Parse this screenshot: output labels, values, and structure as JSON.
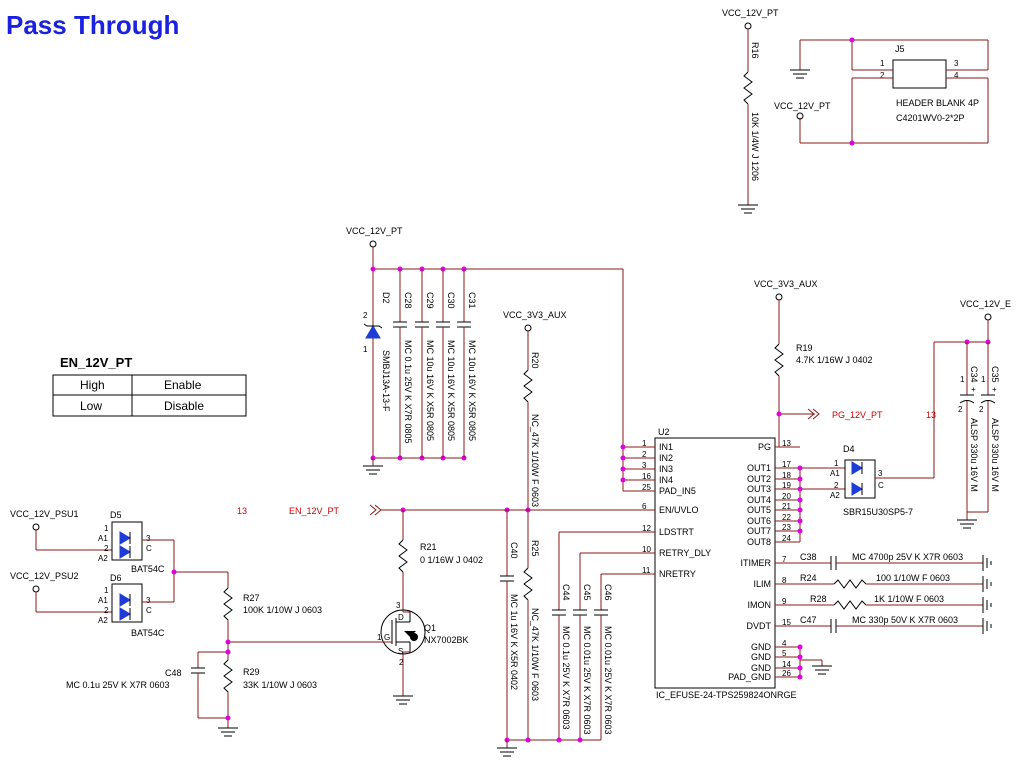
{
  "title": "Pass Through",
  "colors": {
    "wire": "#8b1a1a",
    "junction": "#e000e0",
    "title": "#1a22e0",
    "net_label": "#cc0000",
    "diode": "#1e3cd6"
  },
  "en_table": {
    "name": "EN_12V_PT",
    "rows": [
      {
        "level": "High",
        "action": "Enable"
      },
      {
        "level": "Low",
        "action": "Disable"
      }
    ]
  },
  "power": {
    "vcc_12v_pt": "VCC_12V_PT",
    "vcc_3v3_aux": "VCC_3V3_AUX",
    "vcc_12v_e": "VCC_12V_E",
    "vcc_12v_psu1": "VCC_12V_PSU1",
    "vcc_12v_psu2": "VCC_12V_PSU2"
  },
  "nets": {
    "en_12v_pt": "EN_12V_PT",
    "en_ref": "13",
    "pg_12v_pt": "PG_12V_PT",
    "pg_ref": "13"
  },
  "parts": {
    "r16": {
      "ref": "R16",
      "value": "10K 1/4W J 1206"
    },
    "j5": {
      "ref": "J5",
      "value": "HEADER BLANK 4P",
      "part": "C4201WV0-2*2P",
      "pins": [
        "1",
        "2",
        "3",
        "4"
      ]
    },
    "d2": {
      "ref": "D2",
      "value": "SMBJ13A-13-F",
      "pins": [
        "2",
        "1"
      ]
    },
    "c28": {
      "ref": "C28",
      "value": "MC 0.1u 25V K X7R 0805"
    },
    "c29": {
      "ref": "C29",
      "value": "MC 10u 16V K X5R 0805"
    },
    "c30": {
      "ref": "C30",
      "value": "MC 10u 16V K X5R 0805"
    },
    "c31": {
      "ref": "C31",
      "value": "MC 10u 16V K X5R 0805"
    },
    "r20": {
      "ref": "R20",
      "value": "NC_47K 1/10W F 0603"
    },
    "r25": {
      "ref": "R25",
      "value": "NC_47K 1/10W F 0603"
    },
    "c40": {
      "ref": "C40",
      "value": "MC 1u 16V K X5R 0402"
    },
    "c44": {
      "ref": "C44",
      "value": "MC 0.1u 25V K X7R 0603"
    },
    "c45": {
      "ref": "C45",
      "value": "MC 0.01u 25V K X7R 0603"
    },
    "c46": {
      "ref": "C46",
      "value": "MC 0.01u 25V K X7R 0603"
    },
    "r19": {
      "ref": "R19",
      "value": "4.7K 1/16W J 0402"
    },
    "r21": {
      "ref": "R21",
      "value": "0 1/16W J 0402"
    },
    "q1": {
      "ref": "Q1",
      "value": "NX7002BK",
      "pins": [
        "3",
        "1",
        "2"
      ],
      "pin_g": "G",
      "pin_d": "D",
      "pin_s": "S"
    },
    "r27": {
      "ref": "R27",
      "value": "100K 1/10W J 0603"
    },
    "r29": {
      "ref": "R29",
      "value": "33K 1/10W J 0603"
    },
    "c48": {
      "ref": "C48",
      "value": "MC 0.1u 25V K X7R 0603"
    },
    "d5": {
      "ref": "D5",
      "value": "BAT54C"
    },
    "d6": {
      "ref": "D6",
      "value": "BAT54C"
    },
    "bat_pins": {
      "n1": "1",
      "n2": "2",
      "n3": "3",
      "a1": "A1",
      "a2": "A2",
      "c": "C"
    },
    "d4": {
      "ref": "D4",
      "value": "SBR15U30SP5-7",
      "pins": [
        "1",
        "2",
        "3"
      ],
      "a1": "A1",
      "a2": "A2",
      "c": "C"
    },
    "c34": {
      "ref": "C34",
      "value": "ALSP 330u 16V M"
    },
    "c35": {
      "ref": "C35",
      "value": "ALSP 330u 16V M"
    },
    "cap_pins": {
      "p1": "1",
      "p2": "2",
      "plus": "+"
    },
    "c38": {
      "ref": "C38",
      "value": "MC 4700p 25V K X7R 0603"
    },
    "r24": {
      "ref": "R24",
      "value": "100 1/10W F 0603"
    },
    "r28": {
      "ref": "R28",
      "value": "1K 1/10W F 0603"
    },
    "c47": {
      "ref": "C47",
      "value": "MC 330p 50V K X7R 0603"
    }
  },
  "u2": {
    "ref": "U2",
    "part": "IC_EFUSE-24-TPS259824ONRGE",
    "left_pins": [
      {
        "num": "1",
        "name": "IN1"
      },
      {
        "num": "2",
        "name": "IN2"
      },
      {
        "num": "3",
        "name": "IN3"
      },
      {
        "num": "16",
        "name": "IN4"
      },
      {
        "num": "25",
        "name": "PAD_IN5"
      },
      {
        "num": "6",
        "name": "EN/UVLO"
      },
      {
        "num": "12",
        "name": "LDSTRT"
      },
      {
        "num": "10",
        "name": "RETRY_DLY"
      },
      {
        "num": "11",
        "name": "NRETRY"
      }
    ],
    "right_pins": [
      {
        "num": "13",
        "name": "PG"
      },
      {
        "num": "17",
        "name": "OUT1"
      },
      {
        "num": "18",
        "name": "OUT2"
      },
      {
        "num": "19",
        "name": "OUT3"
      },
      {
        "num": "20",
        "name": "OUT4"
      },
      {
        "num": "21",
        "name": "OUT5"
      },
      {
        "num": "22",
        "name": "OUT6"
      },
      {
        "num": "23",
        "name": "OUT7"
      },
      {
        "num": "24",
        "name": "OUT8"
      },
      {
        "num": "7",
        "name": "ITIMER"
      },
      {
        "num": "8",
        "name": "ILIM"
      },
      {
        "num": "9",
        "name": "IMON"
      },
      {
        "num": "15",
        "name": "DVDT"
      },
      {
        "num": "4",
        "name": "GND"
      },
      {
        "num": "5",
        "name": "GND"
      },
      {
        "num": "14",
        "name": "GND"
      },
      {
        "num": "26",
        "name": "PAD_GND"
      }
    ]
  }
}
